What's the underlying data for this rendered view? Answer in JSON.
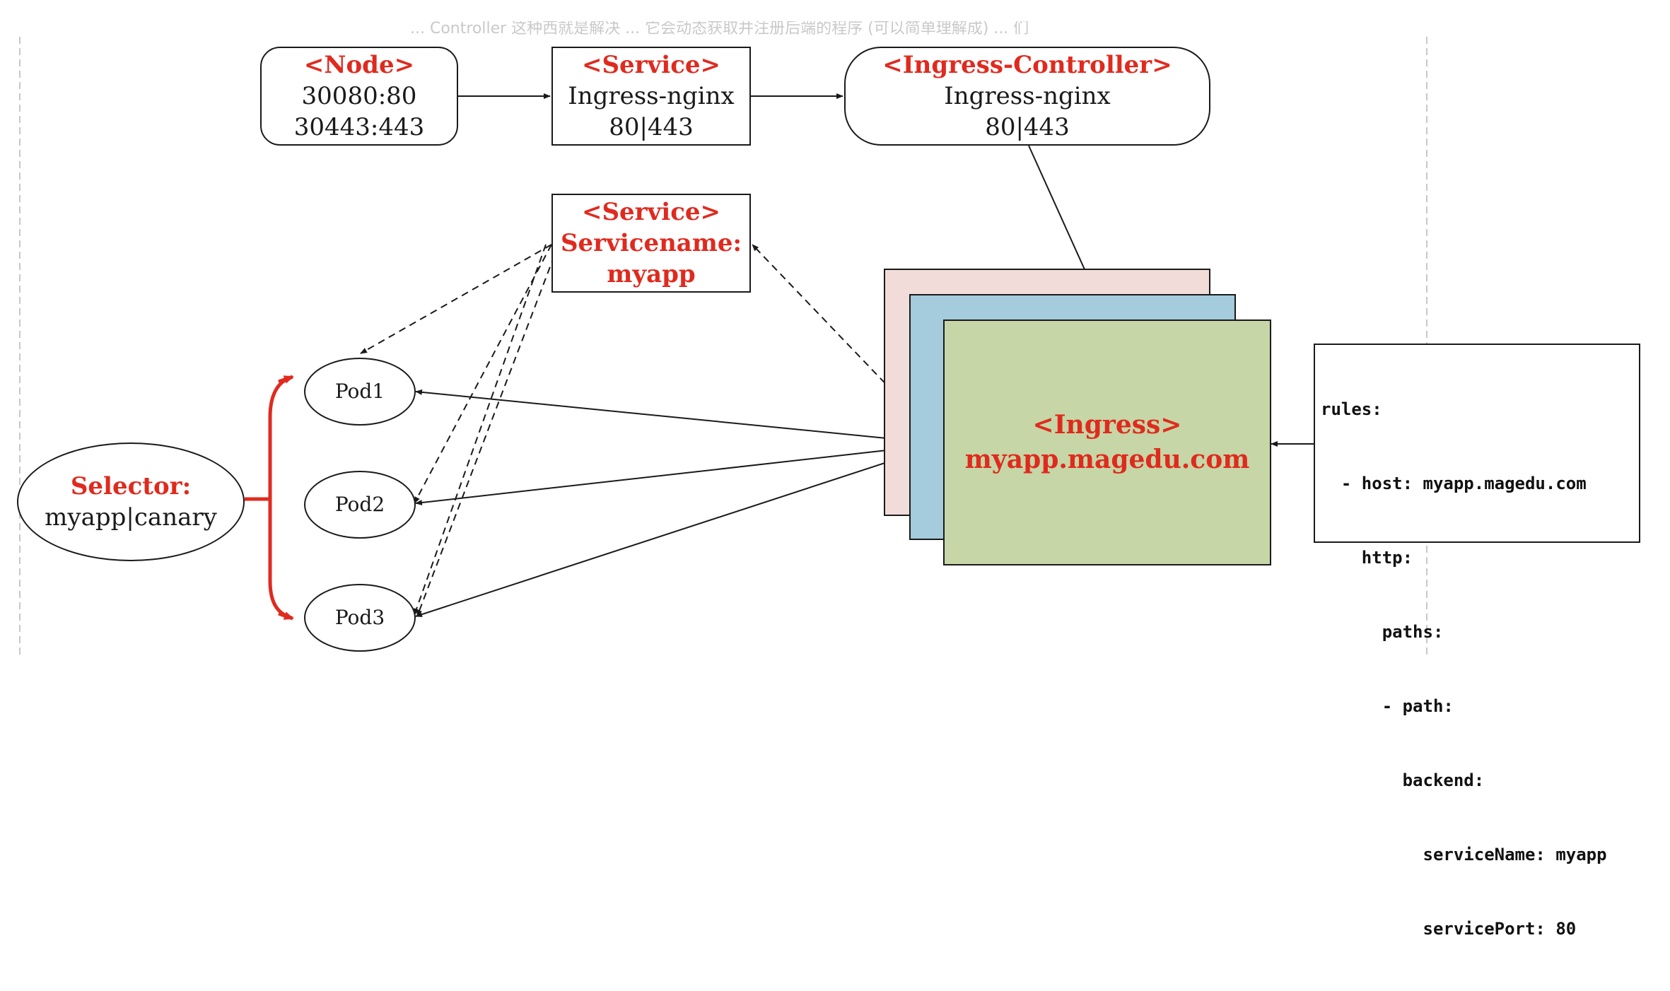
{
  "colors": {
    "accent": "#e02a1e",
    "stroke": "#1a1a1a",
    "layer_back": "#f1dcd9",
    "layer_mid": "#a4ccdc",
    "layer_front": "#c6d6a6",
    "guide": "#c8c8c8"
  },
  "top_strip_text": "... Controller 这种西就是解决 ... 它会动态获取并注册后端的程序 (可以简单理解成) ... 们",
  "node": {
    "heading": "<Node>",
    "line1": "30080:80",
    "line2": "30443:443"
  },
  "service_ingress": {
    "heading": "<Service>",
    "line1": "Ingress-nginx",
    "line2": "80|443"
  },
  "ingress_controller": {
    "heading": "<Ingress-Controller>",
    "line1": "Ingress-nginx",
    "line2": "80|443"
  },
  "service_myapp": {
    "heading": "<Service>",
    "line1": "Servicename:",
    "line2": "myapp"
  },
  "pods": [
    {
      "label": "Pod1"
    },
    {
      "label": "Pod2"
    },
    {
      "label": "Pod3"
    }
  ],
  "selector": {
    "heading": "Selector:",
    "value": "myapp|canary"
  },
  "ingress": {
    "heading": "<Ingress>",
    "host": "myapp.magedu.com"
  },
  "rules_code": [
    "rules:",
    "  - host: myapp.magedu.com",
    "    http:",
    "      paths:",
    "      - path:",
    "        backend:",
    "          serviceName: myapp",
    "          servicePort: 80"
  ]
}
